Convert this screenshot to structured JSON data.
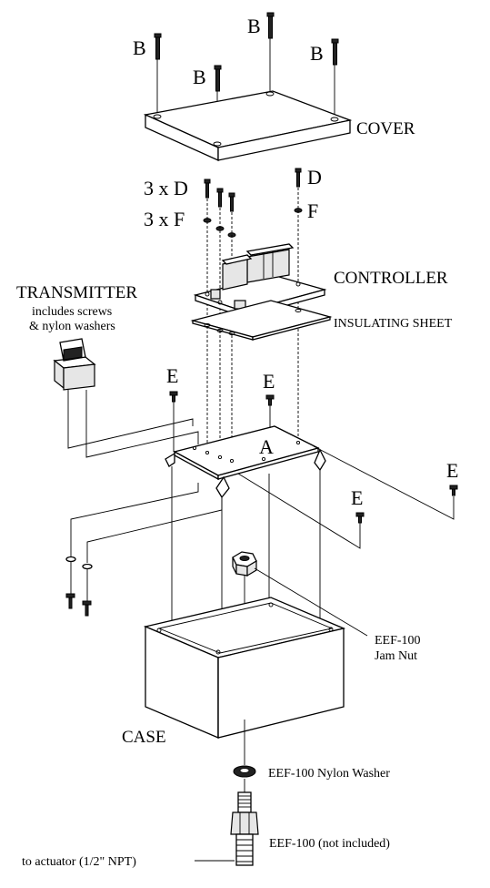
{
  "labels": {
    "cover": "COVER",
    "controller": "CONTROLLER",
    "insulating_sheet": "INSULATING SHEET",
    "transmitter": "TRANSMITTER",
    "transmitter_note_1": "includes screws",
    "transmitter_note_2": "& nylon washers",
    "screw_b": "B",
    "qty_d": "3 x D",
    "qty_f": "3 x F",
    "screw_d": "D",
    "washer_f": "F",
    "screw_e": "E",
    "bracket_a": "A",
    "jam_nut_1": "EEF-100",
    "jam_nut_2": "Jam Nut",
    "case": "CASE",
    "nylon_washer": "EEF-100 Nylon Washer",
    "fitting": "EEF-100 (not included)",
    "to_actuator": "to actuator (1/2\" NPT)"
  }
}
